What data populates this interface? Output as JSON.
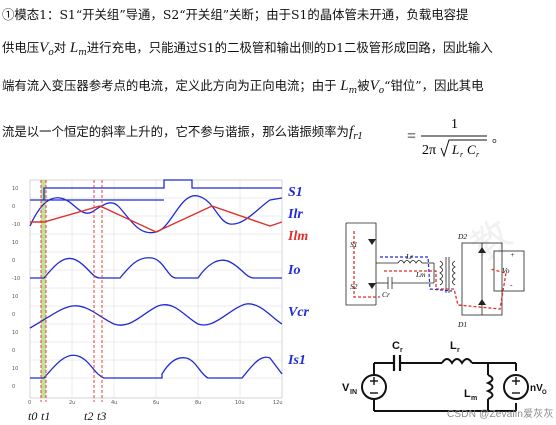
{
  "paragraph": {
    "l1_a": "①模态1：S1“开关组”导通，S2“开关组”关断；由于S1的晶体管未开通，负载电容提",
    "l2_a": "供电压",
    "V": "V",
    "o_sub": "o",
    "l2_b": "对",
    "L": "L",
    "m_sub": "m",
    "l2_c": "进行充电，只能通过S1的二极管和输出侧的D1二极管形成回路，因此输入",
    "l3_a": "端有流入变压器参考点的电流，定义此方向为正向电流；由于",
    "l3_b": "被",
    "l3_c": "“钳位”，因此其电",
    "l4_a": "流是以一个恒定的斜率上升的，它不参与谐振，那么谐振频率为",
    "f": "f",
    "r1_sub": "r1",
    "eq_sign": "=",
    "one": "1",
    "two_pi": "2π",
    "Lr_L": "L",
    "Lr_r": "r",
    "Cr_C": "C",
    "Cr_r": "r",
    "end": "。"
  },
  "waveforms": {
    "labels": [
      "S1",
      "Ilr",
      "Ilm",
      "Io",
      "Vcr",
      "Is1"
    ],
    "time_ticks": [
      "0",
      "2u",
      "4u",
      "6u",
      "8u",
      "10u",
      "12u"
    ],
    "markers": [
      "t0",
      "t1",
      "t2",
      "t3"
    ]
  },
  "circuit": {
    "labels": [
      "S1",
      "S2",
      "Lr",
      "Lm",
      "Cr",
      "D2",
      "D1",
      "Vo",
      "+",
      "-"
    ]
  },
  "equivalent": {
    "Cr": "C",
    "Cr_sub": "r",
    "Lr": "L",
    "Lr_sub": "r",
    "Lm": "L",
    "Lm_sub": "m",
    "vin": "V",
    "vin_sub": "IN",
    "nvo": "nV",
    "nvo_sub": "O"
  },
  "watermark": "CSDN @Zevalin爱灰灰",
  "colors": {
    "blue": "#1f2bd6",
    "red": "#e0302a",
    "grid": "#d8d8d8"
  }
}
